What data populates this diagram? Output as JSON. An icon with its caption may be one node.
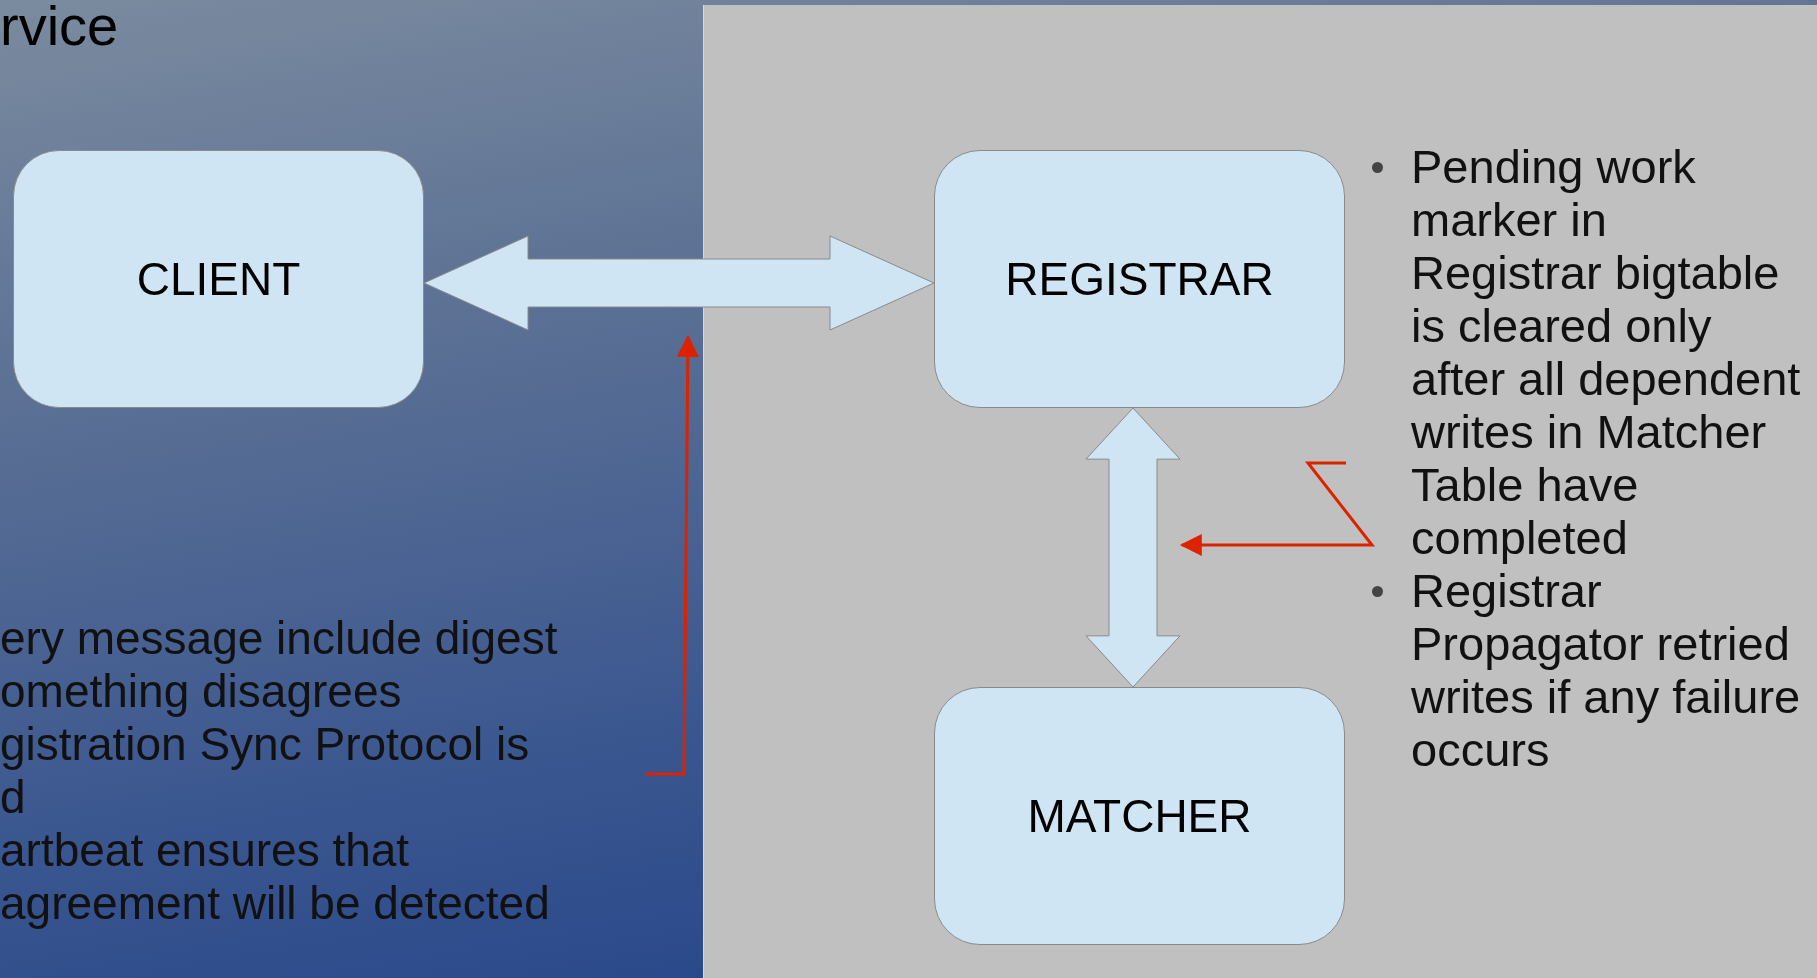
{
  "diagram": {
    "title": "rvice",
    "nodes": [
      {
        "text": [
          "CLIENT"
        ]
      },
      {
        "text": [
          "REGISTRAR"
        ]
      },
      {
        "text": [
          "MATCHER"
        ]
      },
      {
        "text": [
          "Pending work marker in Registrar bigtable is cleared only after all dependent writes in Matcher Table have completed",
          "Registrar Propagator retried writes if any failure occurs"
        ]
      },
      {
        "text": [
          "ery message include digest",
          "omething disagrees",
          "gistration Sync Protocol is",
          "d",
          "artbeat ensures that",
          "agreement will be detected"
        ]
      }
    ],
    "edges": [
      {
        "from": 0,
        "to": 1,
        "arrow": "both",
        "style": "thick"
      },
      {
        "from": 1,
        "to": 2,
        "arrow": "both",
        "style": "thick"
      },
      {
        "from": 4,
        "to": null,
        "arrow": "to",
        "color": "#dd2200"
      },
      {
        "from": 3,
        "to": null,
        "arrow": "to",
        "color": "#dd2200"
      }
    ]
  }
}
